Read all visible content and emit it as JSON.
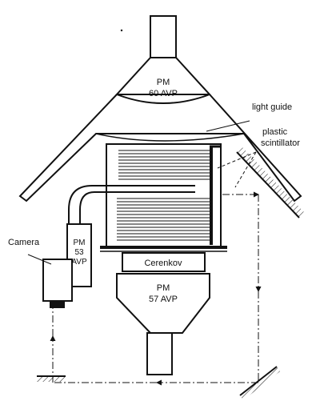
{
  "labels": {
    "pm_top_line1": "PM",
    "pm_top_line2": "60 AVP",
    "light_guide": "light guide",
    "plastic_line1": "plastic",
    "plastic_line2": "scintillator",
    "camera": "Camera",
    "pm_side_line1": "PM",
    "pm_side_line2": "53",
    "pm_side_line3": "AVP",
    "cerenkov": "Cerenkov",
    "pm_bottom_line1": "PM",
    "pm_bottom_line2": "57 AVP"
  }
}
